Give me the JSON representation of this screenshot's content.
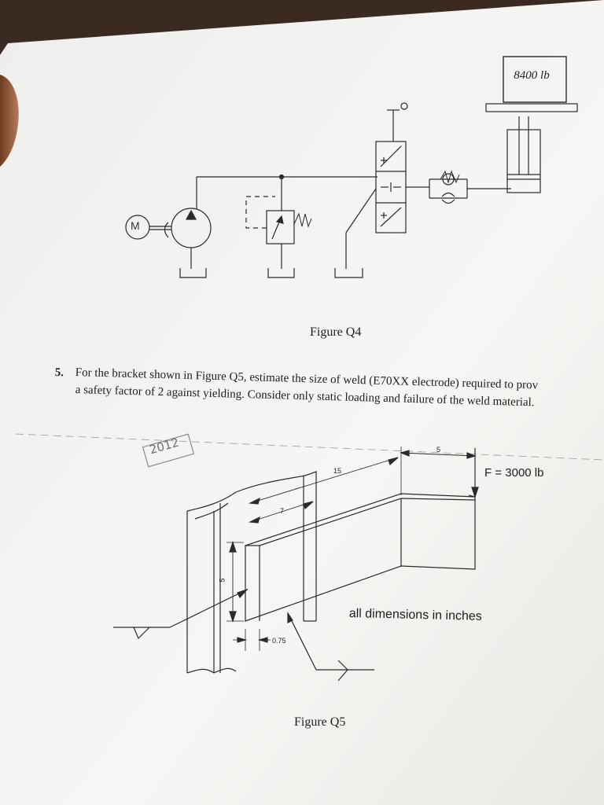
{
  "figure_q4": {
    "caption": "Figure Q4",
    "load_label": "8400 lb",
    "motor_label": "M"
  },
  "question5": {
    "number": "5.",
    "line1": "For the bracket shown in Figure Q5, estimate the size of weld (E70XX electrode) required to prov",
    "line2": "a safety factor of 2 against yielding.  Consider only static loading and failure of the weld material."
  },
  "figure_q5": {
    "caption": "Figure Q5",
    "force_label": "F = 3000 lb",
    "dimensions_note": "all dimensions in inches",
    "dims": {
      "length": "15",
      "top_offset": "5",
      "depth": "7",
      "height": "5",
      "weld_thickness": "0.75"
    },
    "handwritten_note": "2012"
  },
  "colors": {
    "paper": "#f4f4f2",
    "ink": "#1e1e1e",
    "background": "#3a2a22"
  }
}
